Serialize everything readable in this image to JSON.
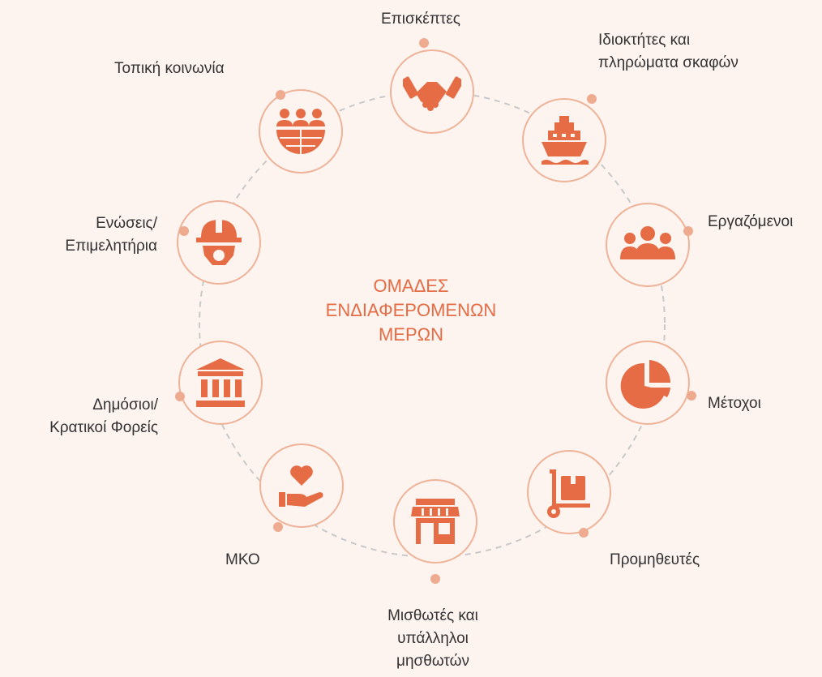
{
  "colors": {
    "accent": "#e56c45",
    "ring": "#eeb398",
    "dot": "#eeab8f",
    "background": "#fdf3ef"
  },
  "center": {
    "line1": "ΟΜΑΔΕΣ",
    "line2": "ΕΝΔΙΑΦΕΡΟΜΕΝΩΝ",
    "line3": "ΜΕΡΩΝ"
  },
  "stakeholders": [
    {
      "icon": "handshake-icon",
      "label": [
        "Επισκέπτες"
      ]
    },
    {
      "icon": "ship-icon",
      "label": [
        "Ιδιοκτήτες και",
        "πληρώματα σκαφών"
      ]
    },
    {
      "icon": "employees-icon",
      "label": [
        "Εργαζόμενοι"
      ]
    },
    {
      "icon": "pie-chart-icon",
      "label": [
        "Μέτοχοι"
      ]
    },
    {
      "icon": "hand-truck-icon",
      "label": [
        "Προμηθευτές"
      ]
    },
    {
      "icon": "shop-icon",
      "label": [
        "Μισθωτές και",
        "υπάλληλοι",
        "μησθωτών"
      ]
    },
    {
      "icon": "heart-hand-icon",
      "label": [
        "ΜΚΟ"
      ]
    },
    {
      "icon": "government-building-icon",
      "label": [
        "Δημόσιοι/",
        "Κρατικοί Φορείς"
      ]
    },
    {
      "icon": "helmet-gear-icon",
      "label": [
        "Ενώσεις/",
        "Επιμελητήρια"
      ]
    },
    {
      "icon": "community-globe-icon",
      "label": [
        "Τοπική κοινωνία"
      ]
    }
  ]
}
